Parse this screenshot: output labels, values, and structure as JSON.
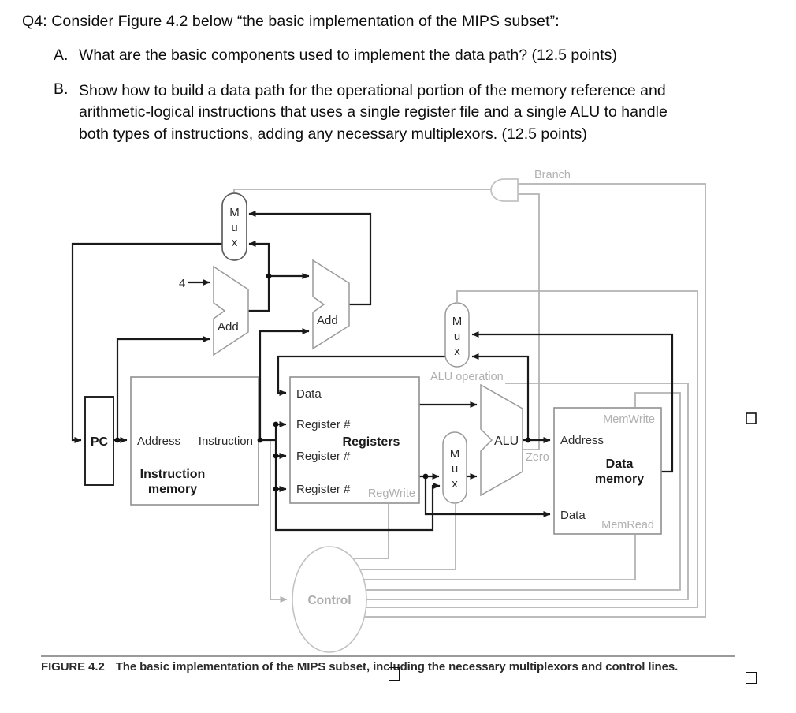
{
  "header": {
    "q_line": "Q4: Consider Figure 4.2 below “the basic implementation of the MIPS subset”:",
    "item_a_label": "A.",
    "item_a_text": "What are the basic components used to implement the data path? (12.5 points)",
    "item_b_label": "B.",
    "item_b_line1": "Show how to build a data path for the operational portion of the memory reference and",
    "item_b_line2": "arithmetic-logical instructions that uses a single register file and a single ALU to handle",
    "item_b_line3": "both types of instructions, adding any necessary multiplexors. (12.5 points)"
  },
  "diagram": {
    "branch_label": "Branch",
    "four_label": "4",
    "add_label": "Add",
    "mux": [
      "M",
      "u",
      "x"
    ],
    "pc_label": "PC",
    "imem": {
      "address": "Address",
      "instruction": "Instruction",
      "name1": "Instruction",
      "name2": "memory"
    },
    "registers": {
      "data": "Data",
      "reg_label": "Register #",
      "title": "Registers",
      "regwrite": "RegWrite"
    },
    "alu": {
      "label": "ALU",
      "zero": "Zero",
      "operation": "ALU operation"
    },
    "dmem": {
      "memwrite": "MemWrite",
      "address": "Address",
      "name1": "Data",
      "name2": "memory",
      "data": "Data",
      "memread": "MemRead"
    },
    "control_label": "Control"
  },
  "caption": {
    "figure_label": "FIGURE 4.2",
    "text": "The basic implementation of the MIPS subset, including the necessary multiplexors and control lines."
  },
  "colors": {
    "wire_black": "#1a1a1a",
    "wire_gray": "#b3b3b3",
    "label_gray": "#b0b0b0",
    "box_gray": "#8f8f8f"
  }
}
